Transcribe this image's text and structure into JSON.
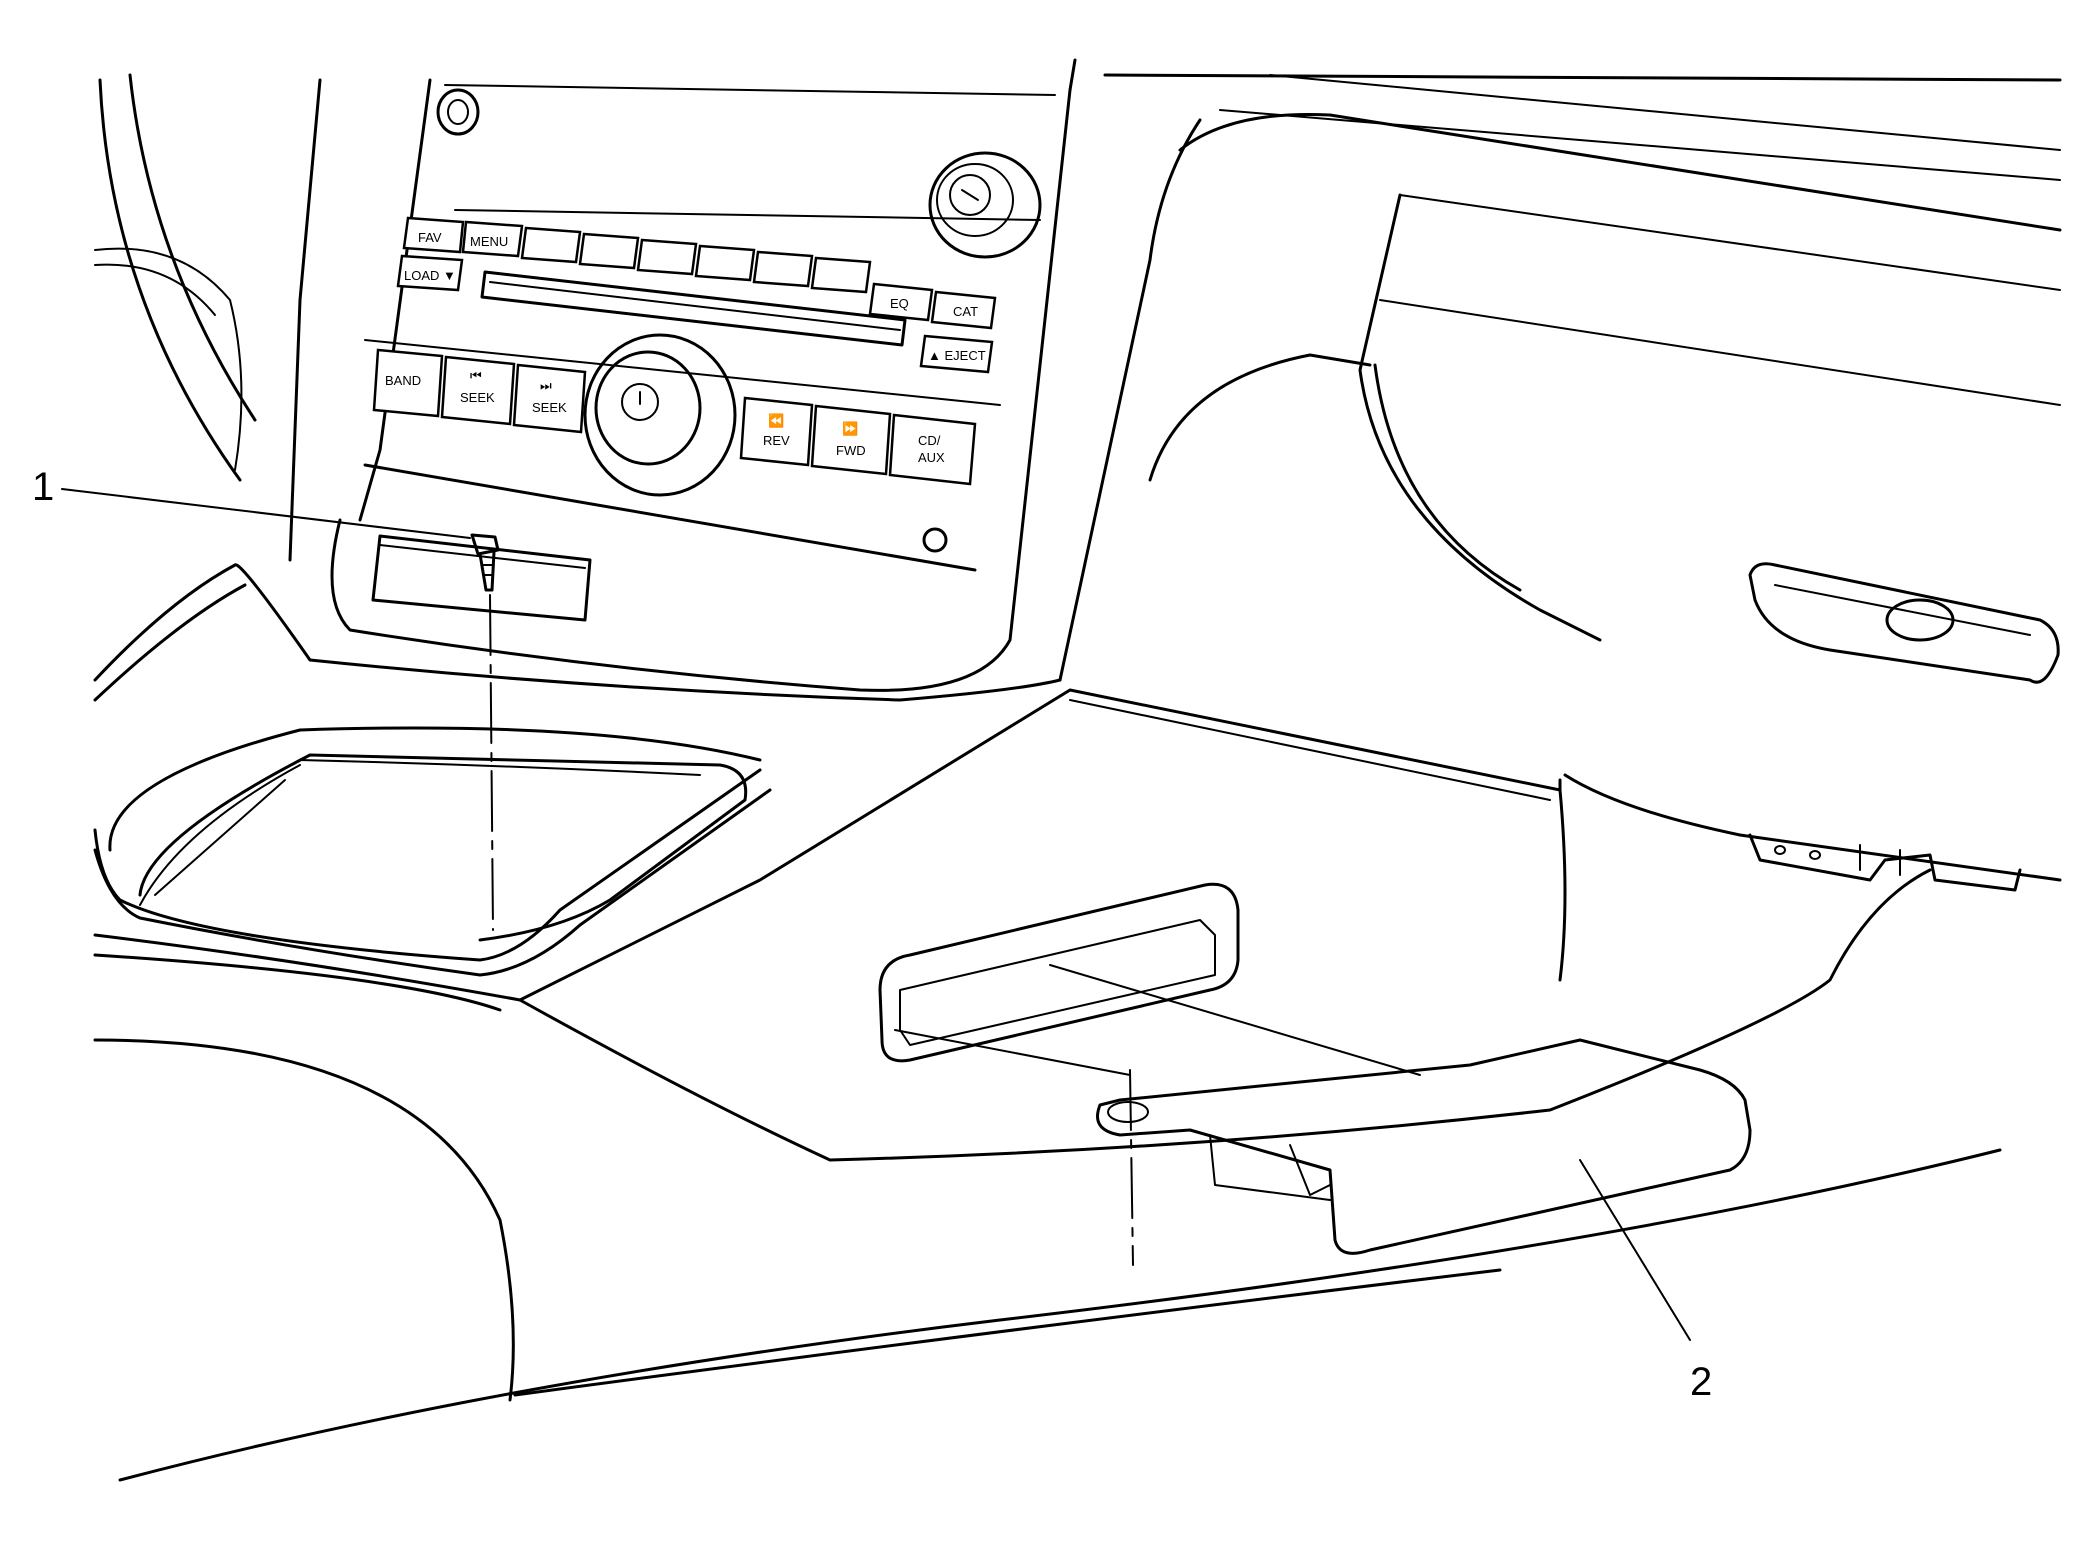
{
  "callouts": [
    {
      "id": "1",
      "label": "1"
    },
    {
      "id": "2",
      "label": "2"
    }
  ],
  "radio_buttons": {
    "fav": "FAV",
    "menu": "MENU",
    "load": "LOAD ▼",
    "eq": "EQ",
    "cat": "CAT",
    "eject": "▲ EJECT",
    "band": "BAND",
    "seek_back": "SEEK",
    "seek_fwd": "SEEK",
    "rev": "REV",
    "fwd": "FWD",
    "cd_aux_line1": "CD/",
    "cd_aux_line2": "AUX"
  },
  "colors": {
    "line": "#000000",
    "background": "#ffffff"
  }
}
